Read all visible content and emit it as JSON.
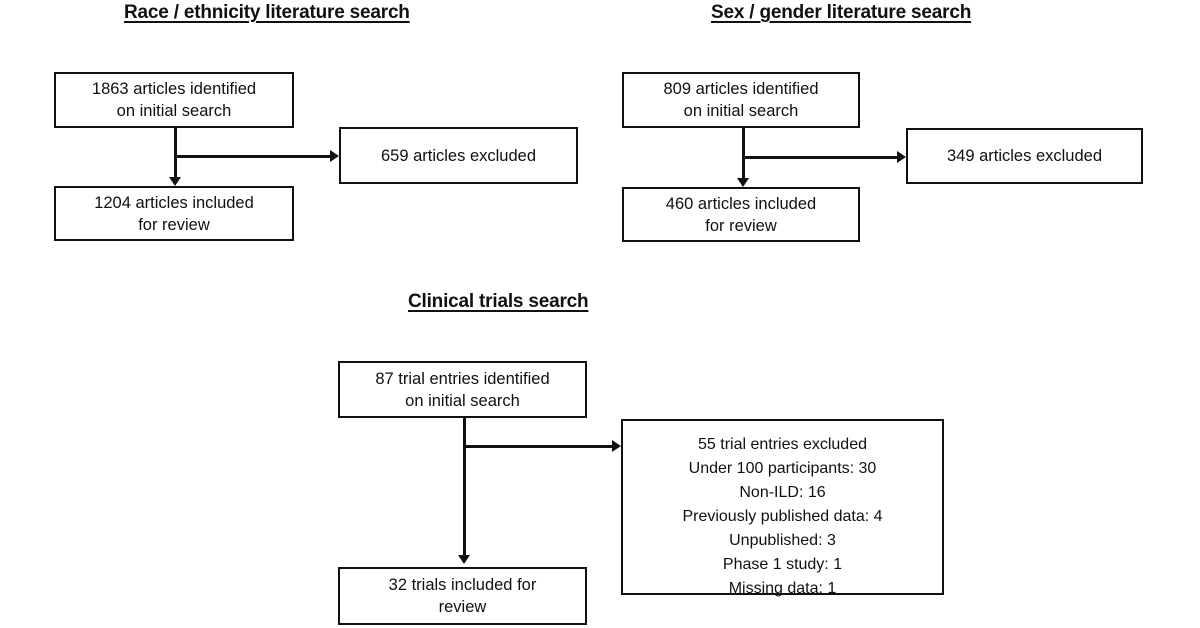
{
  "figure": {
    "type": "flowchart",
    "background_color": "#ffffff",
    "line_color": "#111111",
    "text_color": "#111111"
  },
  "sections": {
    "race_ethnicity": {
      "title": "Race / ethnicity literature search",
      "identified_box": "1863 articles identified\non initial search",
      "excluded_box": "659 articles excluded",
      "included_box": "1204  articles  included\nfor review"
    },
    "sex_gender": {
      "title": "Sex / gender literature search",
      "identified_box": "809 articles identified\non initial search",
      "excluded_box": "349 articles excluded",
      "included_box": "460  articles  included\nfor review"
    },
    "clinical_trials": {
      "title": "Clinical trials search",
      "identified_box": "87 trial entries identified\non initial search",
      "excluded_box": "55 trial entries excluded\nUnder 100 participants: 30\nNon-ILD: 16\nPreviously published data: 4\nUnpublished: 3\nPhase 1 study: 1\nMissing data: 1",
      "included_box": "32 trials included for\nreview"
    }
  },
  "chart_data": {
    "type": "flowchart",
    "title": "Literature and clinical trials search flow",
    "flows": [
      {
        "name": "Race / ethnicity literature search",
        "identified": 1863,
        "identified_unit": "articles",
        "excluded": 659,
        "included": 1204
      },
      {
        "name": "Sex / gender literature search",
        "identified": 809,
        "identified_unit": "articles",
        "excluded": 349,
        "included": 460
      },
      {
        "name": "Clinical trials search",
        "identified": 87,
        "identified_unit": "trial entries",
        "excluded": 55,
        "included": 32,
        "exclusion_reasons": [
          {
            "reason": "Under 100 participants",
            "count": 30
          },
          {
            "reason": "Non-ILD",
            "count": 16
          },
          {
            "reason": "Previously published data",
            "count": 4
          },
          {
            "reason": "Unpublished",
            "count": 3
          },
          {
            "reason": "Phase 1 study",
            "count": 1
          },
          {
            "reason": "Missing data",
            "count": 1
          }
        ]
      }
    ]
  }
}
